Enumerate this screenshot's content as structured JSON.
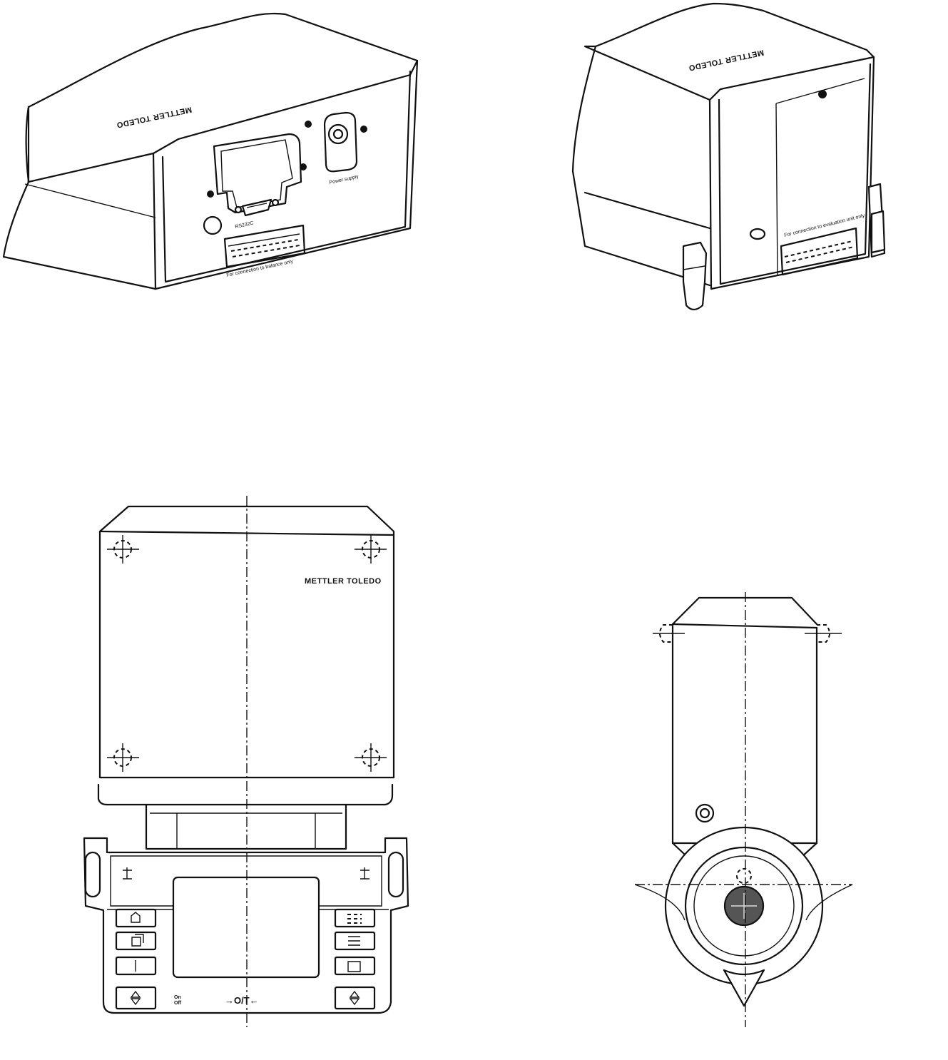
{
  "views": {
    "rear_left": {
      "brand": "METTLER TOLEDO",
      "rs232_label": "RS232C",
      "power_label": "Power supply",
      "connection_label": "For connection to balance only"
    },
    "rear_right": {
      "brand": "METTLER TOLEDO",
      "connection_label": "For connection to evaluation unit only"
    },
    "top": {
      "brand": "METTLER TOLEDO",
      "tare_key": "→O/T←",
      "on_off_label": "On\nOff"
    }
  }
}
